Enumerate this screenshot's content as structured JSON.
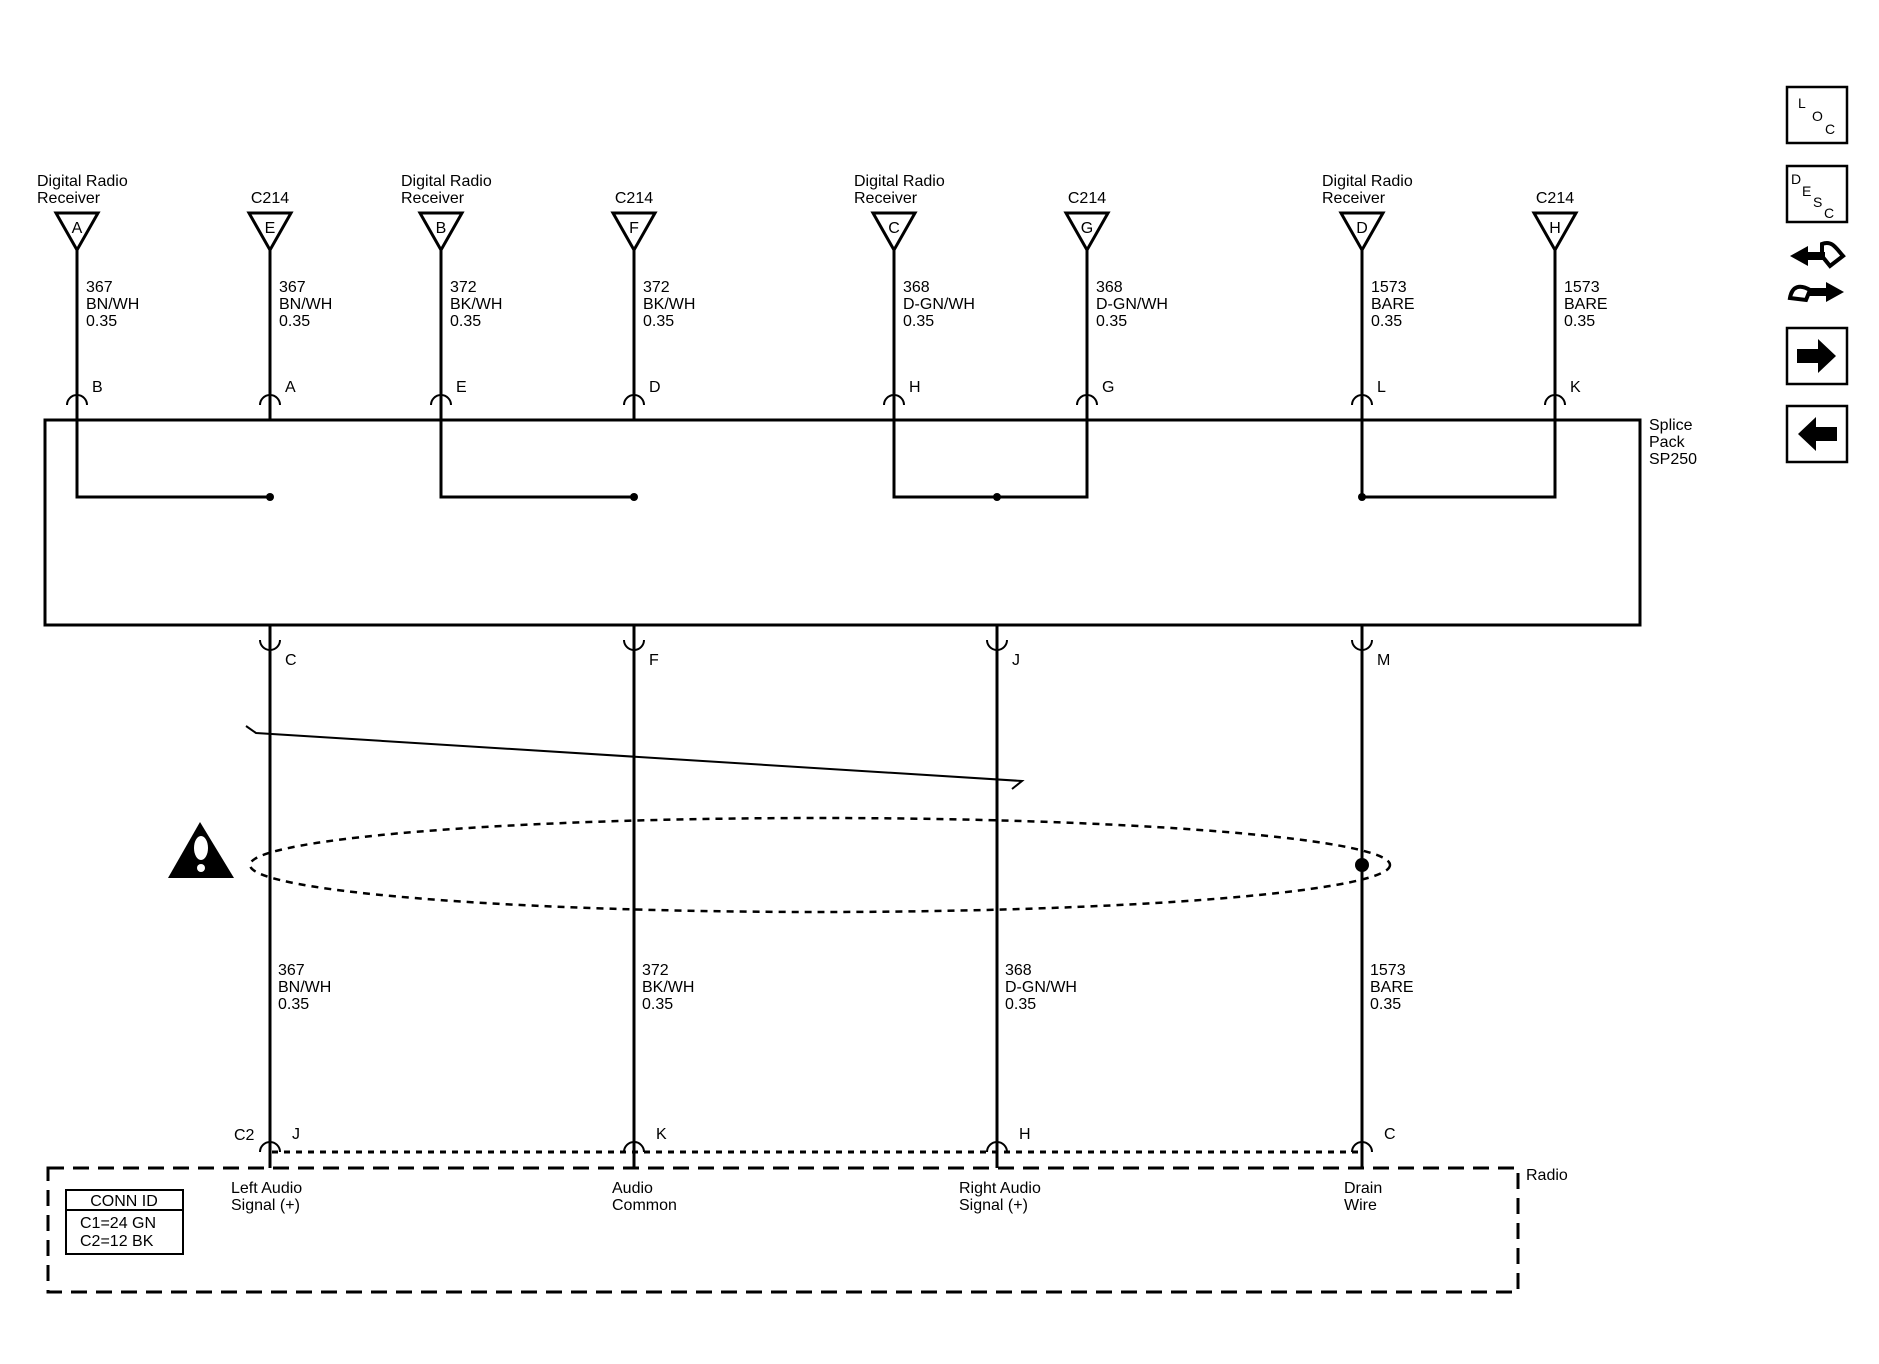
{
  "top_connectors": [
    {
      "group": [
        "Digital Radio",
        "Receiver"
      ],
      "pin": "A",
      "circuit": "367",
      "color": "BN/WH",
      "size": "0.35",
      "splice_pin": "B"
    },
    {
      "group": [
        "C214"
      ],
      "pin": "E",
      "circuit": "367",
      "color": "BN/WH",
      "size": "0.35",
      "splice_pin": "A"
    },
    {
      "group": [
        "Digital Radio",
        "Receiver"
      ],
      "pin": "B",
      "circuit": "372",
      "color": "BK/WH",
      "size": "0.35",
      "splice_pin": "E"
    },
    {
      "group": [
        "C214"
      ],
      "pin": "F",
      "circuit": "372",
      "color": "BK/WH",
      "size": "0.35",
      "splice_pin": "D"
    },
    {
      "group": [
        "Digital Radio",
        "Receiver"
      ],
      "pin": "C",
      "circuit": "368",
      "color": "D-GN/WH",
      "size": "0.35",
      "splice_pin": "H"
    },
    {
      "group": [
        "C214"
      ],
      "pin": "G",
      "circuit": "368",
      "color": "D-GN/WH",
      "size": "0.35",
      "splice_pin": "G"
    },
    {
      "group": [
        "Digital Radio",
        "Receiver"
      ],
      "pin": "D",
      "circuit": "1573",
      "color": "BARE",
      "size": "0.35",
      "splice_pin": "L"
    },
    {
      "group": [
        "C214"
      ],
      "pin": "H",
      "circuit": "1573",
      "color": "BARE",
      "size": "0.35",
      "splice_pin": "K"
    }
  ],
  "splice_pack": {
    "lines": [
      "Splice",
      "Pack",
      "SP250"
    ]
  },
  "bottom_wires": [
    {
      "splice_pin": "C",
      "circuit": "367",
      "color": "BN/WH",
      "size": "0.35",
      "radio_pin": "J",
      "signal": [
        "Left Audio",
        "Signal (+)"
      ]
    },
    {
      "splice_pin": "F",
      "circuit": "372",
      "color": "BK/WH",
      "size": "0.35",
      "radio_pin": "K",
      "signal": [
        "Audio",
        "Common"
      ]
    },
    {
      "splice_pin": "J",
      "circuit": "368",
      "color": "D-GN/WH",
      "size": "0.35",
      "radio_pin": "H",
      "signal": [
        "Right Audio",
        "Signal (+)"
      ]
    },
    {
      "splice_pin": "M",
      "circuit": "1573",
      "color": "BARE",
      "size": "0.35",
      "radio_pin": "C",
      "signal": [
        "Drain",
        "Wire"
      ]
    }
  ],
  "radio": {
    "label": "Radio",
    "connector": "C2"
  },
  "conn_id": {
    "title": "CONN ID",
    "rows": [
      "C1=24 GN",
      "C2=12 BK"
    ]
  },
  "nav": {
    "loc": [
      "L",
      "O",
      "C"
    ],
    "desc": [
      "D",
      "E",
      "S",
      "C"
    ]
  },
  "warning_icon": "caution-triangle-icon"
}
